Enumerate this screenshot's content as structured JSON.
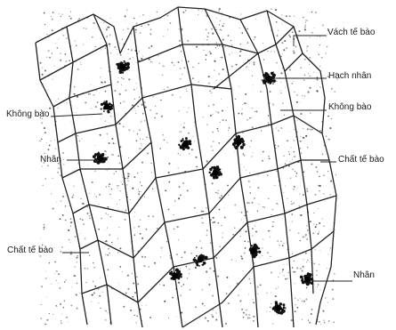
{
  "labels": {
    "cell_wall": "Vách tế bào",
    "nucleolus": "Hạch nhân",
    "vacuole_right": "Không bào",
    "cytoplasm_right": "Chất tế bào",
    "nucleus_right": "Nhân",
    "vacuole_left": "Không bào",
    "nucleus_left": "Nhân",
    "cytoplasm_left": "Chất tế bào"
  }
}
